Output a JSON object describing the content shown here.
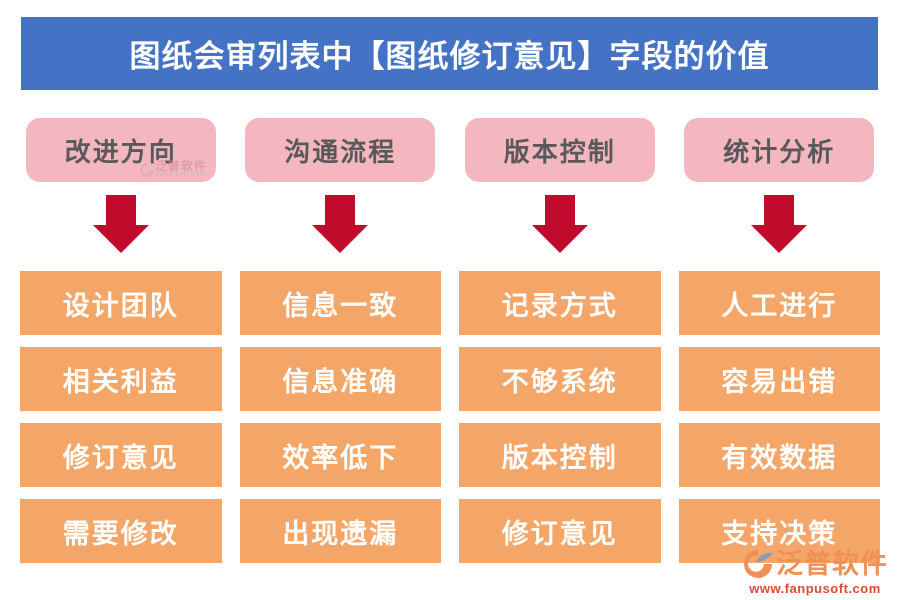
{
  "title": {
    "text": "图纸会审列表中【图纸修订意见】字段的价值"
  },
  "columns": [
    {
      "header": "改进方向",
      "items": [
        "设计团队",
        "相关利益",
        "修订意见",
        "需要修改"
      ]
    },
    {
      "header": "沟通流程",
      "items": [
        "信息一致",
        "信息准确",
        "效率低下",
        "出现遗漏"
      ]
    },
    {
      "header": "版本控制",
      "items": [
        "记录方式",
        "不够系统",
        "版本控制",
        "修订意见"
      ]
    },
    {
      "header": "统计分析",
      "items": [
        "人工进行",
        "容易出错",
        "有效数据",
        "支持决策"
      ]
    }
  ],
  "branding": {
    "logo_text": "泛普软件",
    "website": "www.fanpusoft.com",
    "watermark_cn": "泛普软件",
    "watermark_en": "FANPU SOFTWARE"
  },
  "colors": {
    "banner_blue": "#4472C4",
    "pill_pink": "#F4B7BF",
    "pill_text": "#595959",
    "box_orange": "#F4A668",
    "arrow_red": "#C00B2D",
    "logo_orange": "#F08F56",
    "url_red": "#DC4A31",
    "bg": "#FFFFFF"
  }
}
